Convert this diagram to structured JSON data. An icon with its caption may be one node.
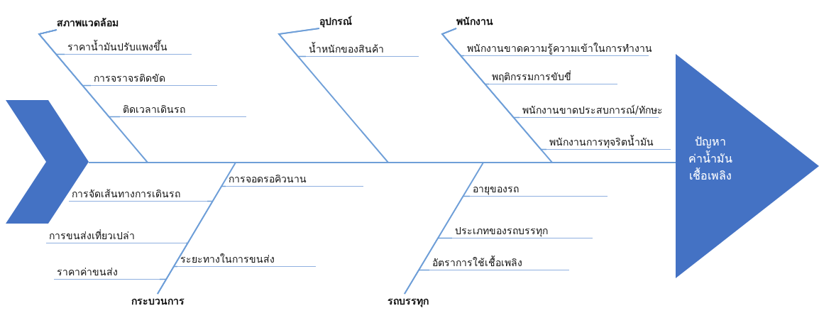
{
  "diagram": {
    "nodes": [
      {
        "text": [
          "สภาพแวดล้อม"
        ]
      },
      {
        "text": [
          "ราคาน้ำมันปรับแพงขึ้น"
        ]
      },
      {
        "text": [
          "การจราจรติดขัด"
        ]
      },
      {
        "text": [
          "ติดเวลาเดินรถ"
        ]
      },
      {
        "text": [
          "อุปกรณ์"
        ]
      },
      {
        "text": [
          "น้ำหนักของสินค้า"
        ]
      },
      {
        "text": [
          "พนักงาน"
        ]
      },
      {
        "text": [
          "พนักงานขาดความรู้ความเข้าในการทำงาน"
        ]
      },
      {
        "text": [
          "พฤติกรรมการขับขี่"
        ]
      },
      {
        "text": [
          "พนักงานขาดประสบการณ์/ทักษะ"
        ]
      },
      {
        "text": [
          "พนักงานการทุจริตน้ำมัน"
        ]
      },
      {
        "text": [],
        "shape": "chevron"
      },
      {
        "text": [
          "ปัญหาค่าน้ำมันเชื้อเพลิง"
        ]
      },
      {
        "text": [
          "การจอดรอคิวนาน"
        ]
      },
      {
        "text": [
          "การจัดเส้นทางการเดินรถ"
        ]
      },
      {
        "text": [
          "การขนส่งเที่ยวเปล่า"
        ]
      },
      {
        "text": [
          "ระยะทางในการขนส่ง"
        ]
      },
      {
        "text": [
          "ราคาค่าขนส่ง"
        ]
      },
      {
        "text": [
          "อายุของรถ"
        ]
      },
      {
        "text": [
          "ประเภทของรถบรรทุก"
        ]
      },
      {
        "text": [
          "อัตราการใช้เชื้อเพลิง"
        ]
      },
      {
        "text": [
          "กระบวนการ"
        ]
      },
      {
        "text": [
          "รถบรรทุก"
        ]
      }
    ],
    "edges": [
      {
        "from": 11,
        "to": 12,
        "arrow": "none"
      },
      {
        "from": 0,
        "to": 12,
        "arrow": "none"
      },
      {
        "from": 4,
        "to": 12,
        "arrow": "none"
      },
      {
        "from": 6,
        "to": 12,
        "arrow": "none"
      },
      {
        "from": 21,
        "to": 12,
        "arrow": "none"
      },
      {
        "from": 22,
        "to": 12,
        "arrow": "none"
      },
      {
        "from": 1,
        "to": 0,
        "arrow": "none"
      },
      {
        "from": 2,
        "to": 0,
        "arrow": "none"
      },
      {
        "from": 3,
        "to": 0,
        "arrow": "none"
      },
      {
        "from": 5,
        "to": 4,
        "arrow": "none"
      },
      {
        "from": 7,
        "to": 6,
        "arrow": "none"
      },
      {
        "from": 8,
        "to": 6,
        "arrow": "none"
      },
      {
        "from": 9,
        "to": 6,
        "arrow": "none"
      },
      {
        "from": 10,
        "to": 6,
        "arrow": "none"
      },
      {
        "from": 13,
        "to": 21,
        "arrow": "none"
      },
      {
        "from": 14,
        "to": 21,
        "arrow": "none"
      },
      {
        "from": 15,
        "to": 21,
        "arrow": "none"
      },
      {
        "from": 16,
        "to": 21,
        "arrow": "none"
      },
      {
        "from": 17,
        "to": 21,
        "arrow": "none"
      },
      {
        "from": 18,
        "to": 22,
        "arrow": "none"
      },
      {
        "from": 19,
        "to": 22,
        "arrow": "none"
      },
      {
        "from": 20,
        "to": 22,
        "arrow": "none"
      }
    ]
  }
}
